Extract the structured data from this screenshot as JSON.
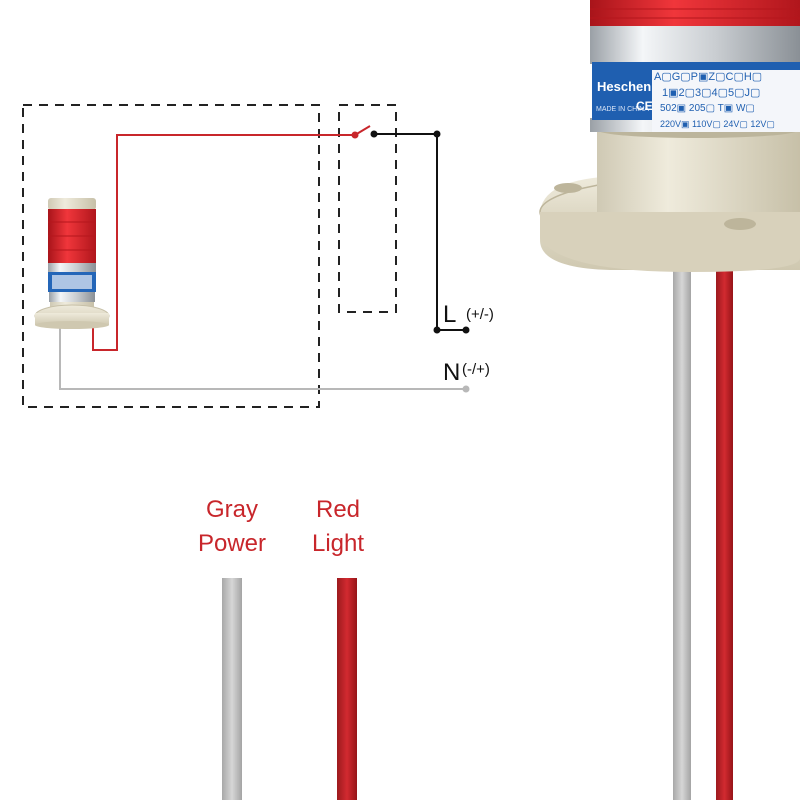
{
  "diagram": {
    "terminal_L": {
      "letter": "L",
      "polarity": "(+/-)"
    },
    "terminal_N": {
      "letter": "N",
      "polarity": "(-/+)"
    }
  },
  "product_label": {
    "brand": "Heschen",
    "rows": [
      "A▢G▢P▣Z▢C▢H▢",
      "1▣2▢3▢4▢5▢J▢",
      "502▣ 205▢ T▣ W▢",
      "220V▣ 110V▢ 24V▢ 12V▢"
    ],
    "origin_text": "MADE IN CHINA",
    "ce_mark": "CE"
  },
  "wires": [
    {
      "line1": "Gray",
      "line2": "Power",
      "color": "#bdbdbd"
    },
    {
      "line1": "Red",
      "line2": "Light",
      "color": "#c8262b"
    }
  ],
  "colors": {
    "label_red": "#c8262b",
    "wire_gray": "#bdbdbd",
    "wire_red": "#c8262b",
    "lamp_red": "#e0242a",
    "label_blue": "#1f5fb0",
    "base_beige": "#e6e2d2"
  }
}
